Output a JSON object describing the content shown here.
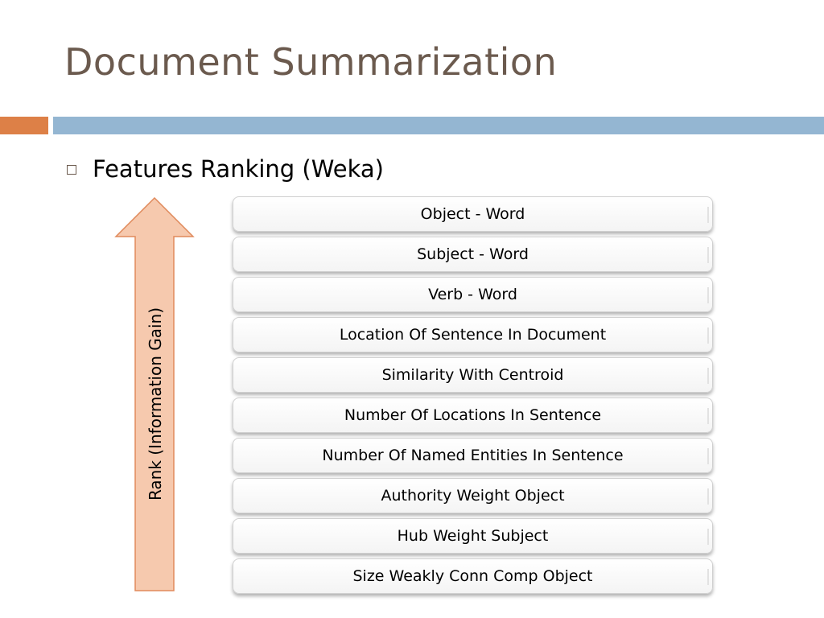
{
  "slide": {
    "title": "Document Summarization",
    "bullet": "Features Ranking (Weka)",
    "arrow_label": "Rank (Information Gain)"
  },
  "features": [
    "Object - Word",
    "Subject - Word",
    "Verb - Word",
    "Location Of Sentence In Document",
    "Similarity With Centroid",
    "Number Of Locations In Sentence",
    "Number Of Named Entities In Sentence",
    "Authority Weight Object",
    "Hub Weight Subject",
    "Size Weakly Conn Comp Object"
  ],
  "colors": {
    "title": "#6b5a4e",
    "accent_orange": "#dd8047",
    "accent_blue": "#94b6d2",
    "arrow_fill": "#f6c9ae",
    "arrow_stroke": "#e08a5c"
  }
}
